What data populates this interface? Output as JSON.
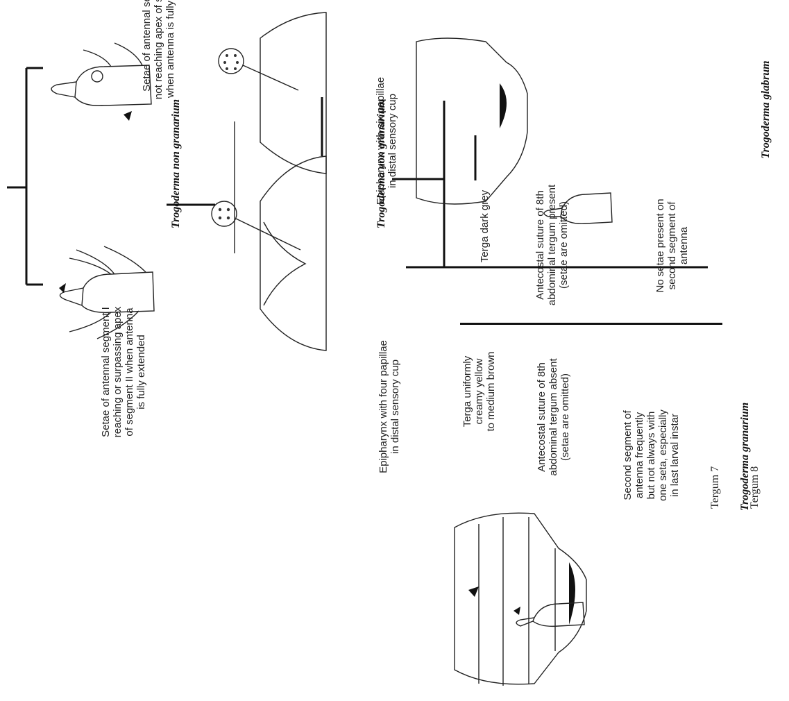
{
  "key": {
    "couplet1": {
      "option_a": "Setae of antennal segment I\nreaching or surpassing apex\nof segment II when antenna\nis fully extended",
      "option_b": "Setae of antennal segment I\nnot reaching apex of segment II\nwhen antenna is fully extended",
      "result_b": "Trogoderma non granarium"
    },
    "couplet2": {
      "option_a": "Epipharynx with four papillae\nin distal sensory cup",
      "option_b": "Epipharynx with six papillae\nin distal sensory cup",
      "result_b": "Trogoderma non granarium"
    },
    "couplet3": {
      "a_terga": "Terga uniformly\ncreamy yellow\nto medium brown",
      "a_suture": "Antecostal suture of 8th\nabdominal tergum absent\n(setae are omitted)",
      "a_antenna": "Second segment of\nantenna frequently\nbut not always with\none seta, especially\nin last larval instar",
      "b_terga": "Terga dark grey",
      "b_suture": "Antecostal suture of 8th\nabdominal tergum present\n(setae are omitted)",
      "b_antenna": "No setae present on\nsecond segment of\nantenna",
      "result_a": "Trogoderma granarium",
      "result_b": "Trogoderma glabrum"
    },
    "tergum_labels": [
      "Tergum 7",
      "Tergum 8"
    ]
  }
}
